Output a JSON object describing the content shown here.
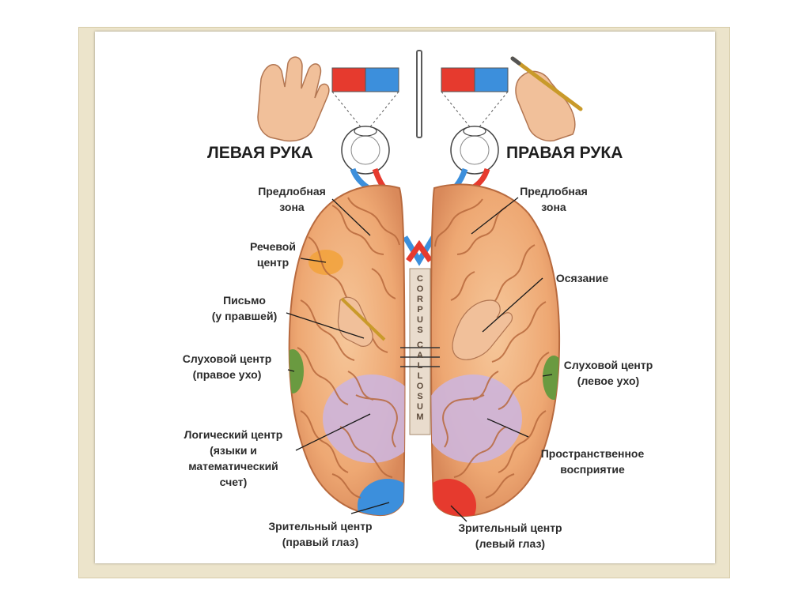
{
  "titles": {
    "left_hand": "ЛЕВАЯ РУКА",
    "right_hand": "ПРАВАЯ РУКА"
  },
  "left_labels": {
    "prefrontal": [
      "Предлобная",
      "зона"
    ],
    "speech": [
      "Речевой",
      "центр"
    ],
    "writing": [
      "Письмо",
      "(у правшей)"
    ],
    "auditory": [
      "Слуховой центр",
      "(правое ухо)"
    ],
    "logic": [
      "Логический центр",
      "(языки и",
      "математический",
      "счет)"
    ],
    "visual": [
      "Зрительный центр",
      "(правый глаз)"
    ]
  },
  "right_labels": {
    "prefrontal": [
      "Предлобная",
      "зона"
    ],
    "touch": [
      "Осязание"
    ],
    "auditory": [
      "Слуховой центр",
      "(левое ухо)"
    ],
    "spatial": [
      "Пространственное",
      "восприятие"
    ],
    "visual": [
      "Зрительный центр",
      "(левый глаз)"
    ]
  },
  "corpus_label": "CORPUS CALLOSUM",
  "colors": {
    "brain": "#f0b07a",
    "brain_dark": "#c9784a",
    "red": "#e63a2e",
    "blue": "#3c8fdc",
    "lilac": "#cdb5dc",
    "green": "#6a9a40",
    "speech_zone": "#f2a23a",
    "frame": "#ece4cb"
  }
}
